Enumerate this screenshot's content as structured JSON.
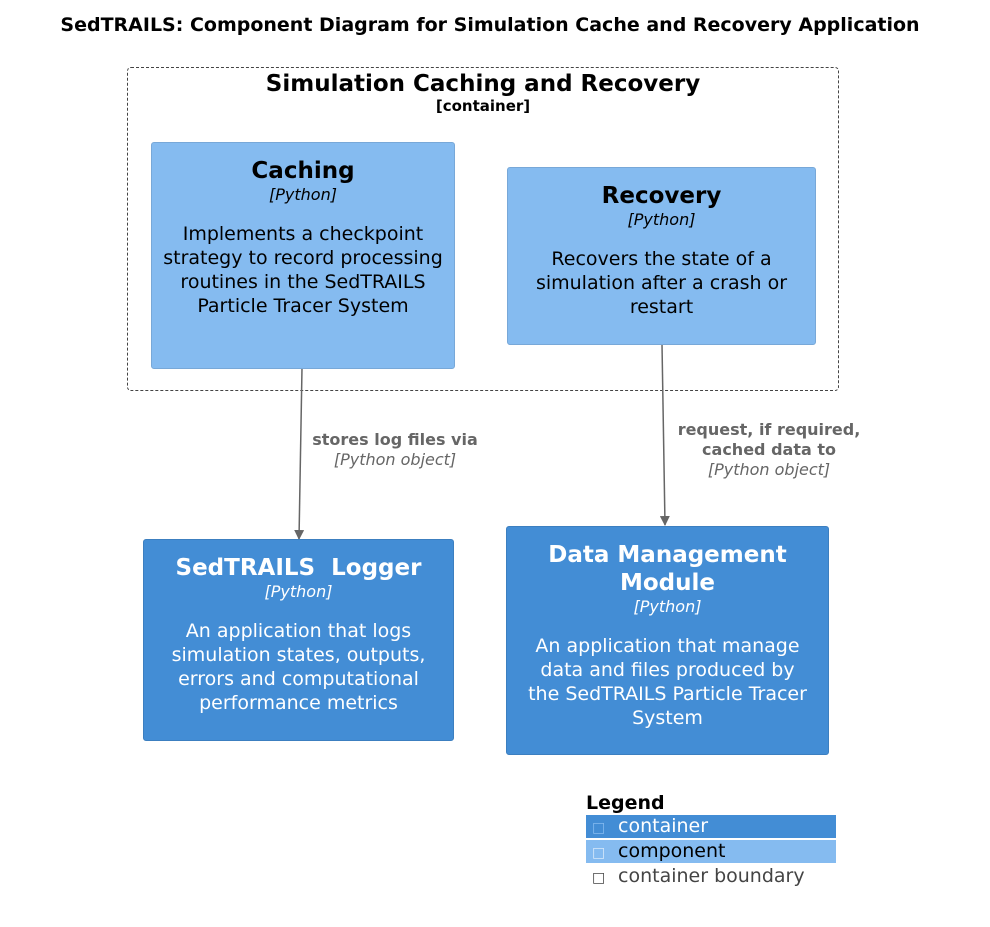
{
  "title": "SedTRAILS: Component Diagram for Simulation Cache and Recovery Application",
  "boundary": {
    "name": "Simulation Caching and Recovery",
    "type": "[container]"
  },
  "components": {
    "caching": {
      "name": "Caching",
      "tech": "[Python]",
      "desc": "Implements a checkpoint strategy to record processing routines in the SedTRAILS Particle Tracer System"
    },
    "recovery": {
      "name": "Recovery",
      "tech": "[Python]",
      "desc": "Recovers the state of a simulation after a crash or restart"
    }
  },
  "containers": {
    "logger": {
      "name": "SedTRAILS  Logger",
      "tech": "[Python]",
      "desc": "An application that logs simulation states, outputs, errors and computational performance metrics"
    },
    "data_mgmt": {
      "name": "Data Management Module",
      "tech": "[Python]",
      "desc": "An application that manage data and files produced by the SedTRAILS Particle Tracer System"
    }
  },
  "relations": {
    "caching_to_logger": {
      "label": "stores log files via",
      "tech": "[Python object]"
    },
    "recovery_to_data": {
      "label": "request, if required, cached data to",
      "tech": "[Python object]"
    }
  },
  "legend": {
    "title": "Legend",
    "items": [
      {
        "symbol": "□",
        "label": "container"
      },
      {
        "symbol": "□",
        "label": "component"
      },
      {
        "symbol": "□",
        "label": "container boundary"
      }
    ]
  },
  "colors": {
    "container": "#438dd5",
    "component": "#85bbf0",
    "edge": "#666666",
    "boundary": "#444444"
  }
}
